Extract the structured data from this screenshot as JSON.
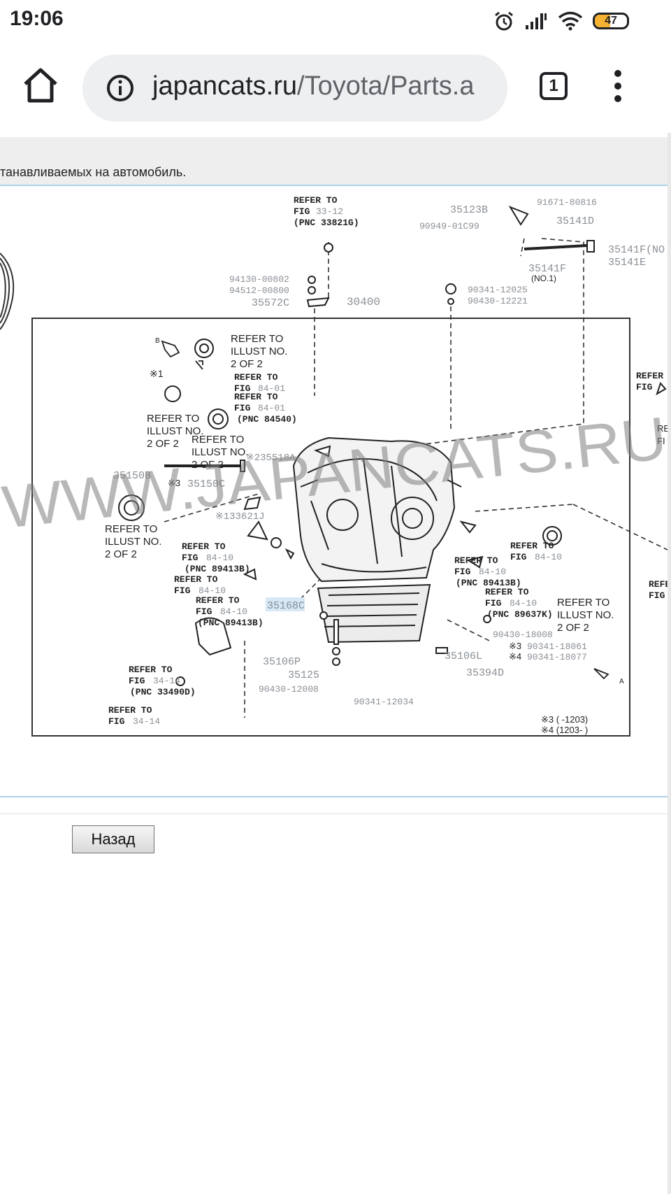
{
  "status_bar": {
    "time": "19:06",
    "battery_level": "47",
    "battery_fraction": 0.47
  },
  "browser": {
    "url_host": "japancats.ru",
    "url_path": "/Toyota/Parts.a",
    "tab_count": "1"
  },
  "page": {
    "notice": "танавливаемых на автомобиль.",
    "back_button": "Назад"
  },
  "diagram": {
    "watermark": "WWW.JAPANCATS.RU",
    "labels": {
      "refer_33_a": "REFER TO",
      "refer_33_b": "FIG",
      "refer_33_c": "33-12",
      "refer_33_d": "(PNC 33821G)",
      "p91671": "91671-80816",
      "p35123b": "35123B",
      "p90949": "90949-01C99",
      "p35141d": "35141D",
      "p35141f_r": "35141F(NO",
      "p35141e": "35141E",
      "p35141f": "35141F",
      "no1": "(NO.1)",
      "p94130": "94130-00802",
      "p94512": "94512-00800",
      "p35572c": "35572C",
      "p30400": "30400",
      "p90341_12025": "90341-12025",
      "p90430_12221": "90430-12221",
      "b_mark": "B",
      "refer_illust": "REFER TO",
      "illust_no": "ILLUST NO.",
      "two_of_two": "2 OF 2",
      "mark1": "※1",
      "refer_to": "REFER TO",
      "fig": "FIG",
      "f8401": "84-01",
      "pnc84540": "(PNC 84540)",
      "p35518a": "※235518A",
      "p35150b": "35150B",
      "p35150c": "35150C",
      "mark3": "※3",
      "p33621j": "※133621J",
      "f8410": "84-10",
      "pnc89413b": "(PNC 89413B)",
      "pnc89637k": "(PNC 89637K)",
      "p35168c": "35168C",
      "p90430_18008": "90430-18008",
      "p90341_18061": "90341-18061",
      "p90341_18077": "90341-18077",
      "mark4": "※4",
      "p35106l": "35106L",
      "p35106p": "35106P",
      "p35125": "35125",
      "p35394d": "35394D",
      "p90430_12008": "90430-12008",
      "p90341_12034": "90341-12034",
      "f3414": "34-14",
      "pnc33490d": "(PNC 33490D)",
      "a_mark": "A",
      "range3": "※3 (    -1203)",
      "range4": "※4 (1203-     )",
      "refer_partial": "REFER",
      "fig_partial": "FIG",
      "fi_partial": "FI",
      "re_partial": "RE"
    }
  }
}
